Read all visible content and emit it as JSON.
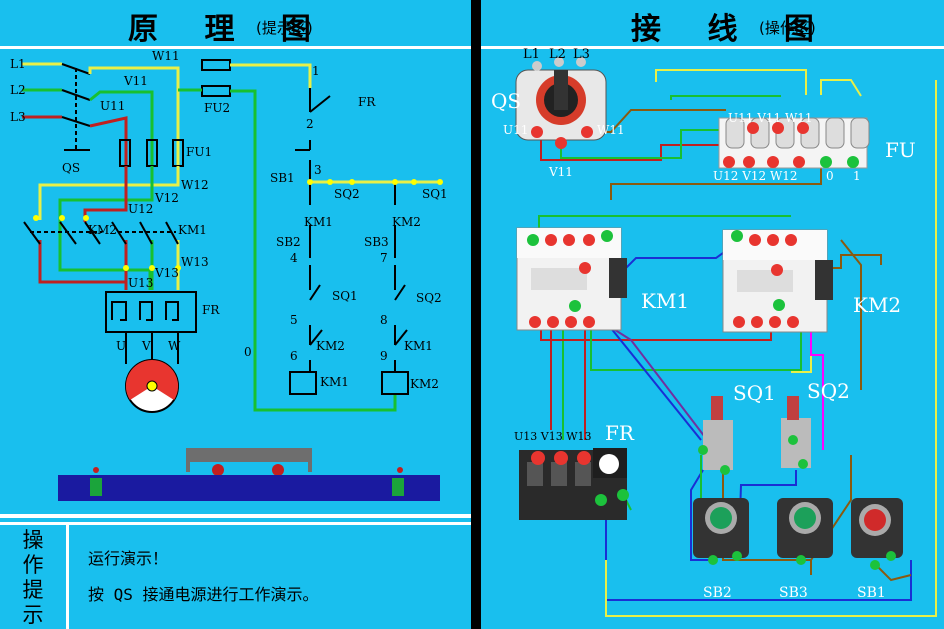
{
  "left_panel": {
    "title": "原 理 图",
    "subtitle": "(提示区)",
    "labels": {
      "L1": "L1",
      "L2": "L2",
      "L3": "L3",
      "W11": "W11",
      "V11": "V11",
      "U11": "U11",
      "FU2": "FU2",
      "FU1": "FU1",
      "QS": "QS",
      "W12": "W12",
      "V12": "V12",
      "U12": "U12",
      "KM2": "KM2",
      "KM1": "KM1",
      "W13": "W13",
      "V13": "V13",
      "U13": "U13",
      "FR": "FR",
      "U": "U",
      "V": "V",
      "W": "W",
      "n1": "1",
      "n2": "2",
      "n3": "3",
      "n4": "4",
      "n5": "5",
      "n6": "6",
      "n7": "7",
      "n8": "8",
      "n9": "9",
      "n0": "0",
      "SB1": "SB1",
      "SB2": "SB2",
      "SB3": "SB3",
      "SQ1": "SQ1",
      "SQ2": "SQ2",
      "coilKM1": "KM1",
      "coilKM2": "KM2"
    }
  },
  "right_panel": {
    "title": "接 线 图",
    "subtitle": "(操作区)",
    "labels": {
      "L1": "L1",
      "L2": "L2",
      "L3": "L3",
      "QS": "QS",
      "U11": "U11",
      "V11": "V11",
      "W11": "W11",
      "FU": "FU",
      "fu_top": "U11 V11 W11",
      "fu_bot": "U12 V12 W12",
      "n0": "0",
      "n1": "1",
      "KM1": "KM1",
      "KM2": "KM2",
      "SQ1": "SQ1",
      "SQ2": "SQ2",
      "FR": "FR",
      "fr_top": "U13 V13 W13",
      "SB1": "SB1",
      "SB2": "SB2",
      "SB3": "SB3"
    }
  },
  "tips": {
    "label": "操作提示",
    "line1": "运行演示！",
    "line2": "按 QS 接通电源进行工作演示。"
  }
}
